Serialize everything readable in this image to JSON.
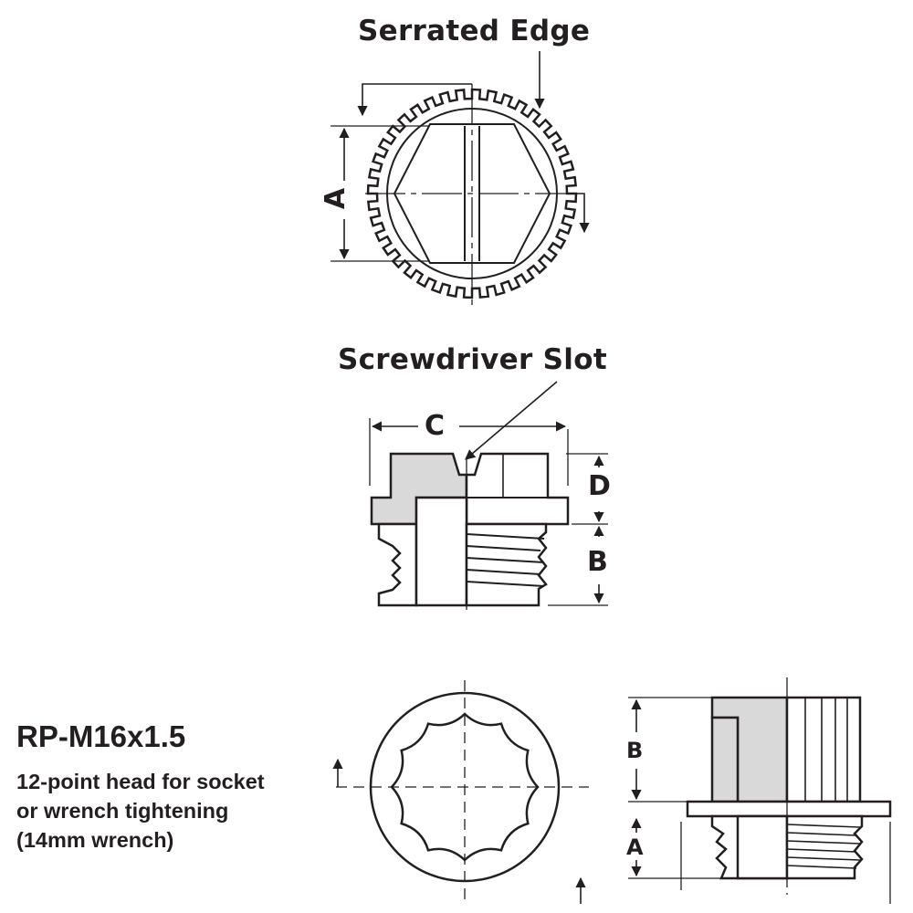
{
  "callouts": {
    "serrated_edge": "Serrated Edge",
    "screwdriver_slot": "Screwdriver Slot"
  },
  "dimensions": {
    "top_view": {
      "a": "A"
    },
    "side_view": {
      "c": "C",
      "d": "D",
      "b": "B"
    },
    "rp_side_view": {
      "b": "B",
      "a": "A"
    }
  },
  "product": {
    "part_number": "RP-M16x1.5",
    "description": [
      "12-point head for socket",
      "or wrench tightening",
      "(14mm wrench)"
    ]
  },
  "colors": {
    "line": "#231f20",
    "shade": "#d9d9d9",
    "background": "#ffffff"
  }
}
